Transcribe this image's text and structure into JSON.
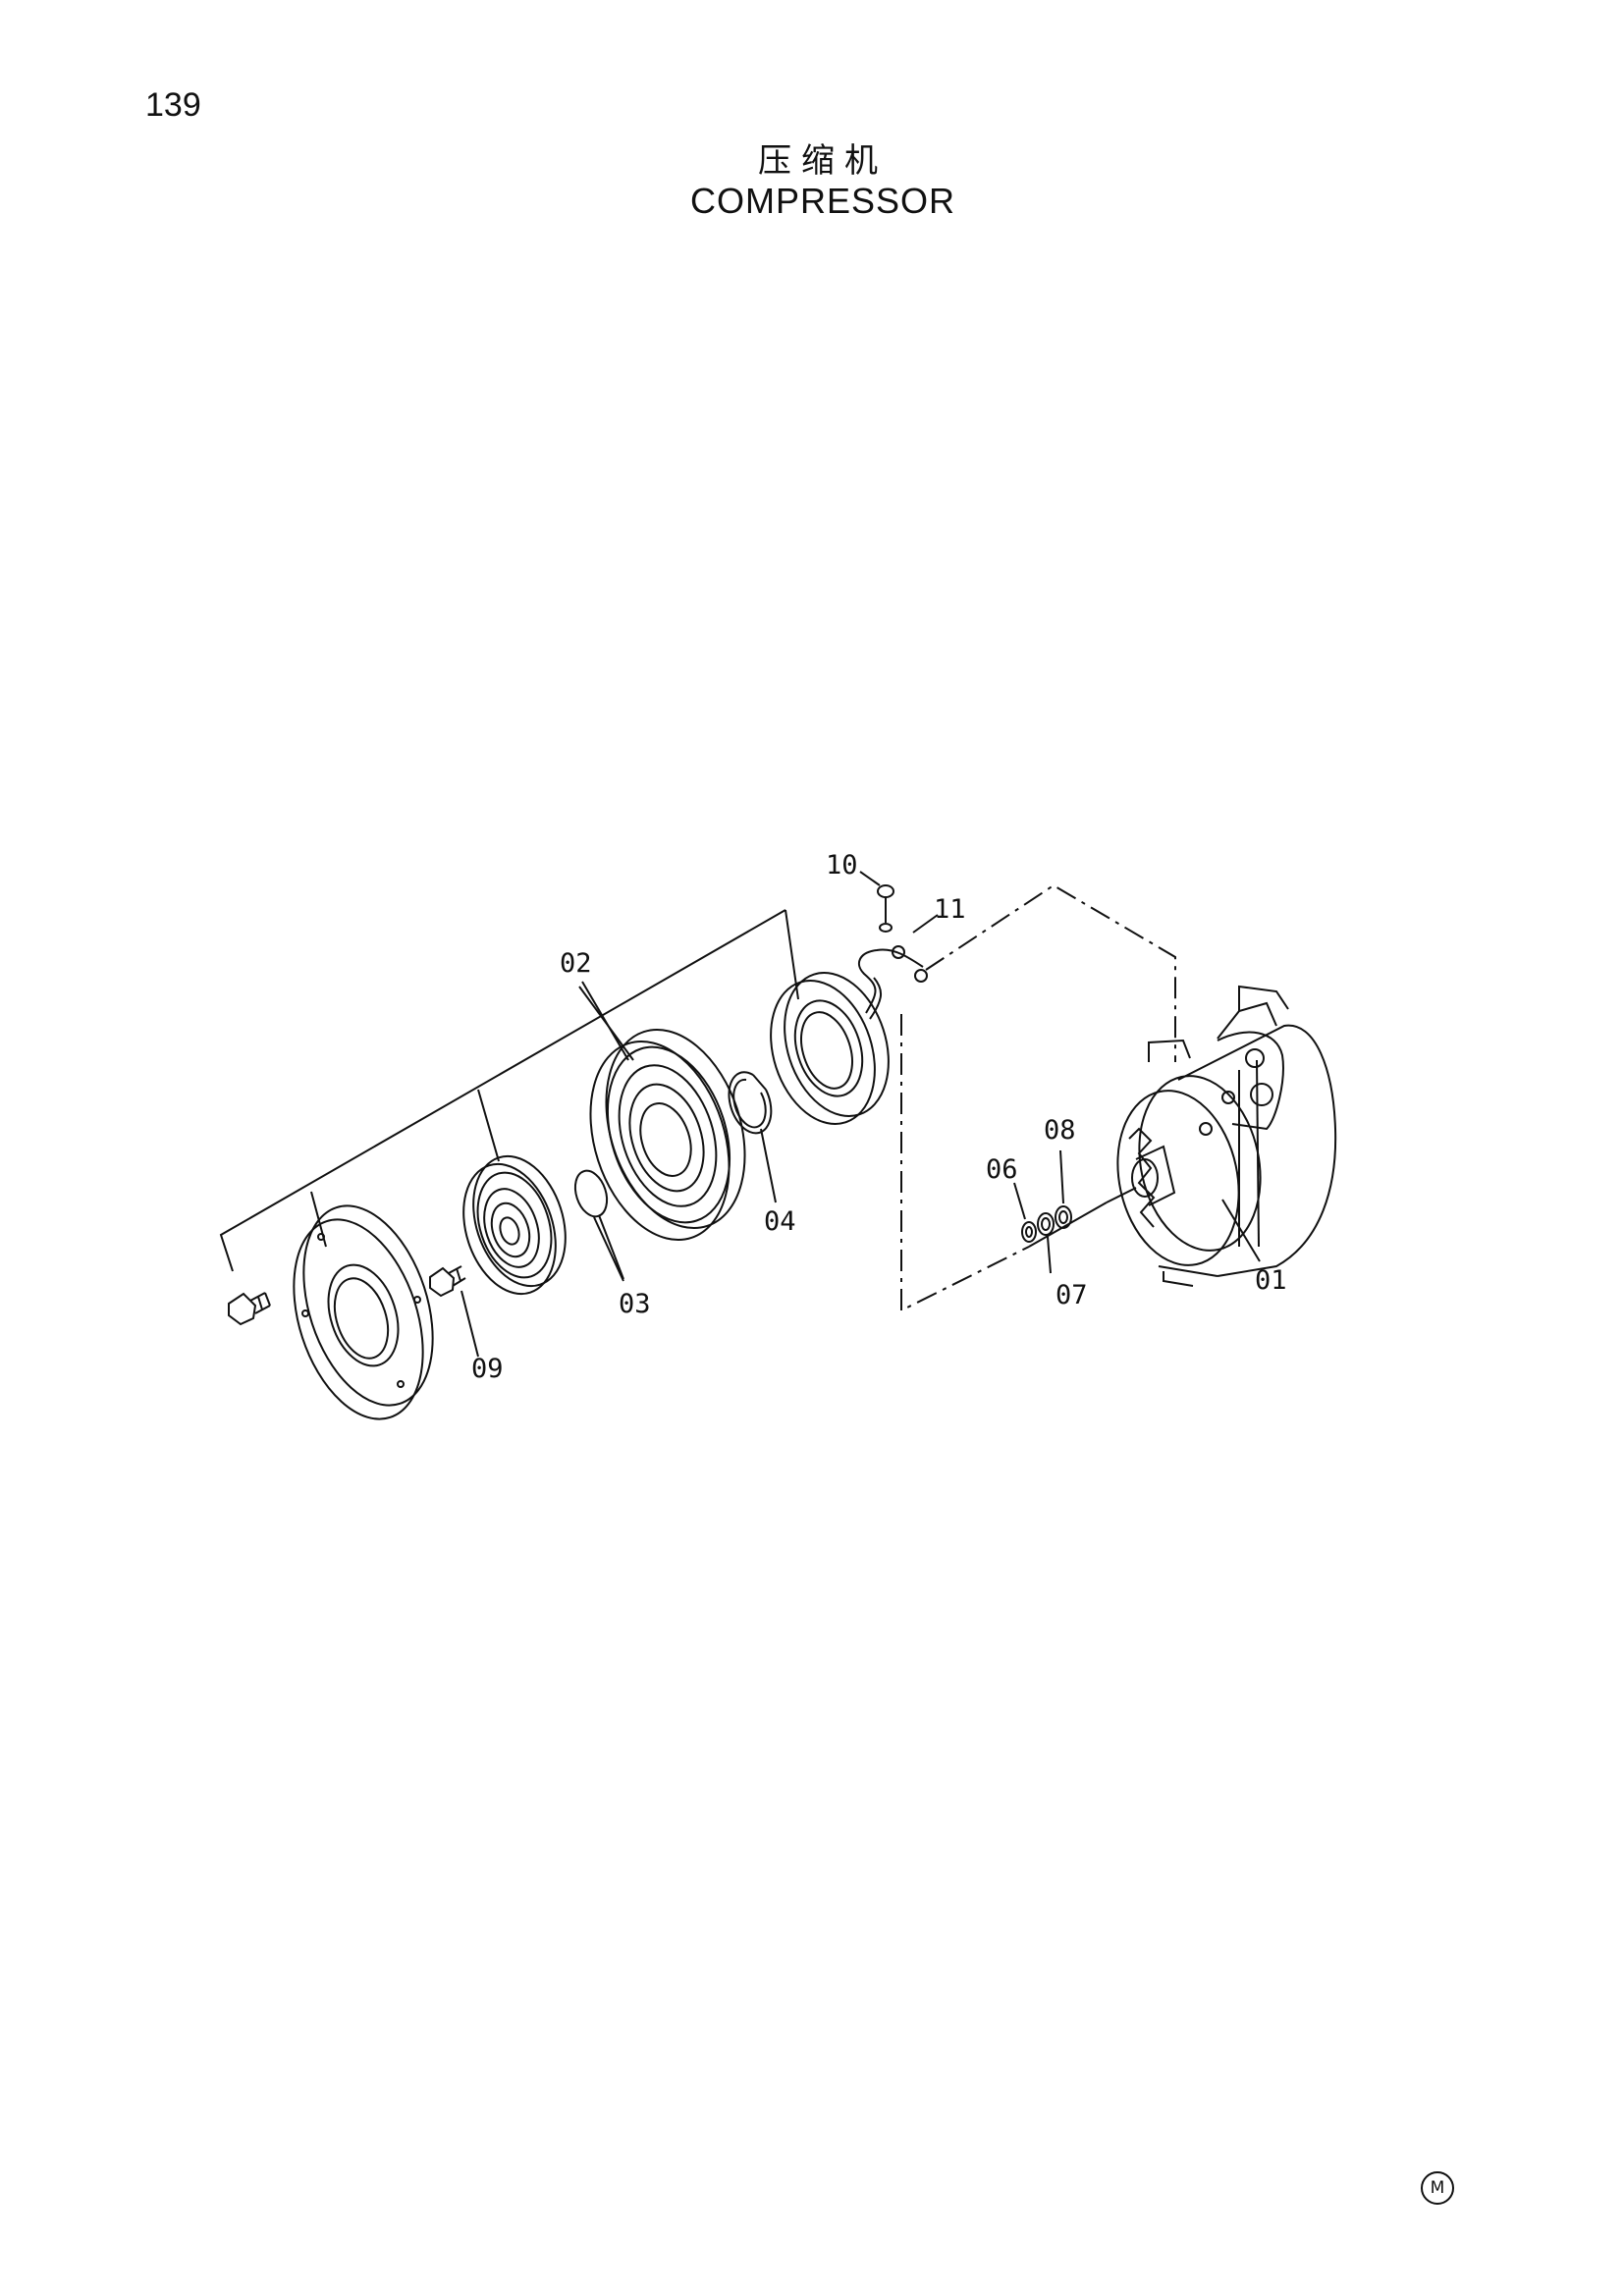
{
  "page_number": "139",
  "title_cn": "压缩机",
  "title_en": "COMPRESSOR",
  "callouts": {
    "c01": "01",
    "c02": "02",
    "c03": "03",
    "c04": "04",
    "c06": "06",
    "c07": "07",
    "c08": "08",
    "c09": "09",
    "c10": "10",
    "c11": "11"
  },
  "mark": "M"
}
